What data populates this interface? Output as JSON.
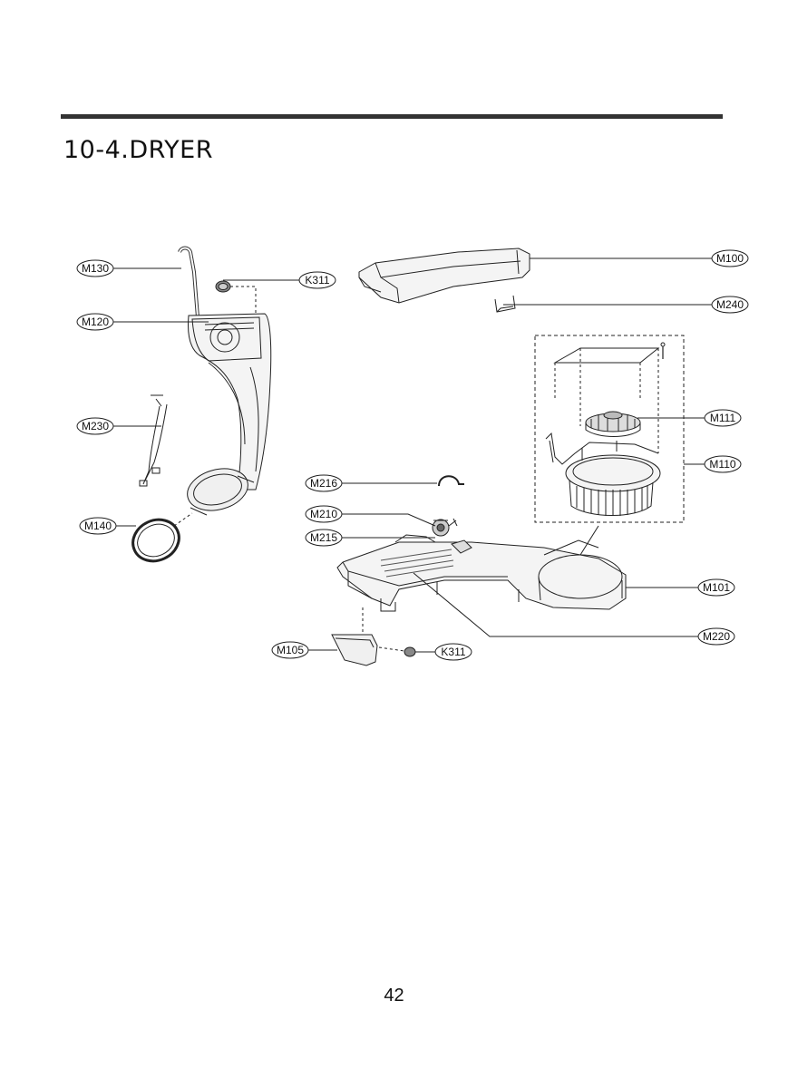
{
  "header": {
    "section_title": "10-4.DRYER"
  },
  "diagram": {
    "callouts": {
      "m130": "M130",
      "k311_top": "K311",
      "m100": "M100",
      "m240": "M240",
      "m120": "M120",
      "m111": "M111",
      "m230": "M230",
      "m110": "M110",
      "m216": "M216",
      "m140": "M140",
      "m210": "M210",
      "m215": "M215",
      "m101": "M101",
      "m220": "M220",
      "m105": "M105",
      "k311_bottom": "K311"
    }
  },
  "footer": {
    "page_number": "42"
  }
}
